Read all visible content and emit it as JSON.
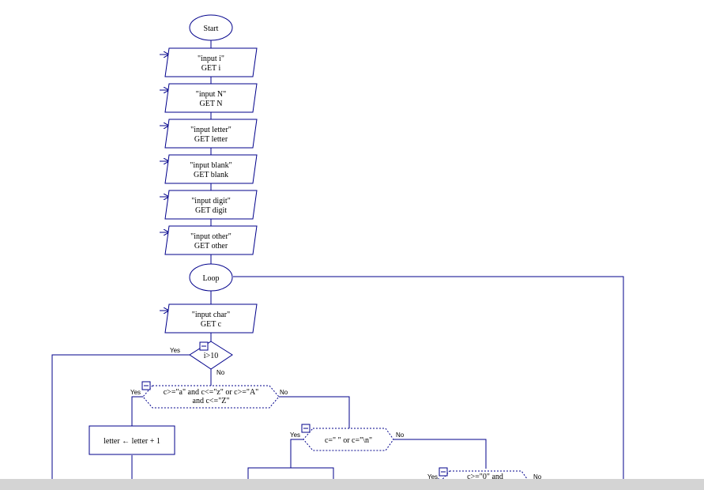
{
  "colors": {
    "line": "#00008b",
    "scrollbar": "#d4d4d4"
  },
  "nodes": {
    "start": "Start",
    "loop": "Loop",
    "in_i": [
      "\"input i\"",
      "GET i"
    ],
    "in_N": [
      "\"input N\"",
      "GET N"
    ],
    "in_letter": [
      "\"input letter\"",
      "GET letter"
    ],
    "in_blank": [
      "\"input blank\"",
      "GET blank"
    ],
    "in_digit": [
      "\"input digit\"",
      "GET digit"
    ],
    "in_other": [
      "\"input other\"",
      "GET other"
    ],
    "in_char": [
      "\"input char\"",
      "GET c"
    ],
    "dec1": "i>10",
    "dec2": [
      "c>=\"a\" and c<=\"z\" or c>=\"A\"",
      "and c<=\"Z\""
    ],
    "dec3": "c=\" \" or c=\"\\n\"",
    "dec4": "c>=\"0\"  and",
    "assign_letter": "letter ← letter + 1"
  },
  "labels": {
    "yes": "Yes",
    "no": "No"
  }
}
